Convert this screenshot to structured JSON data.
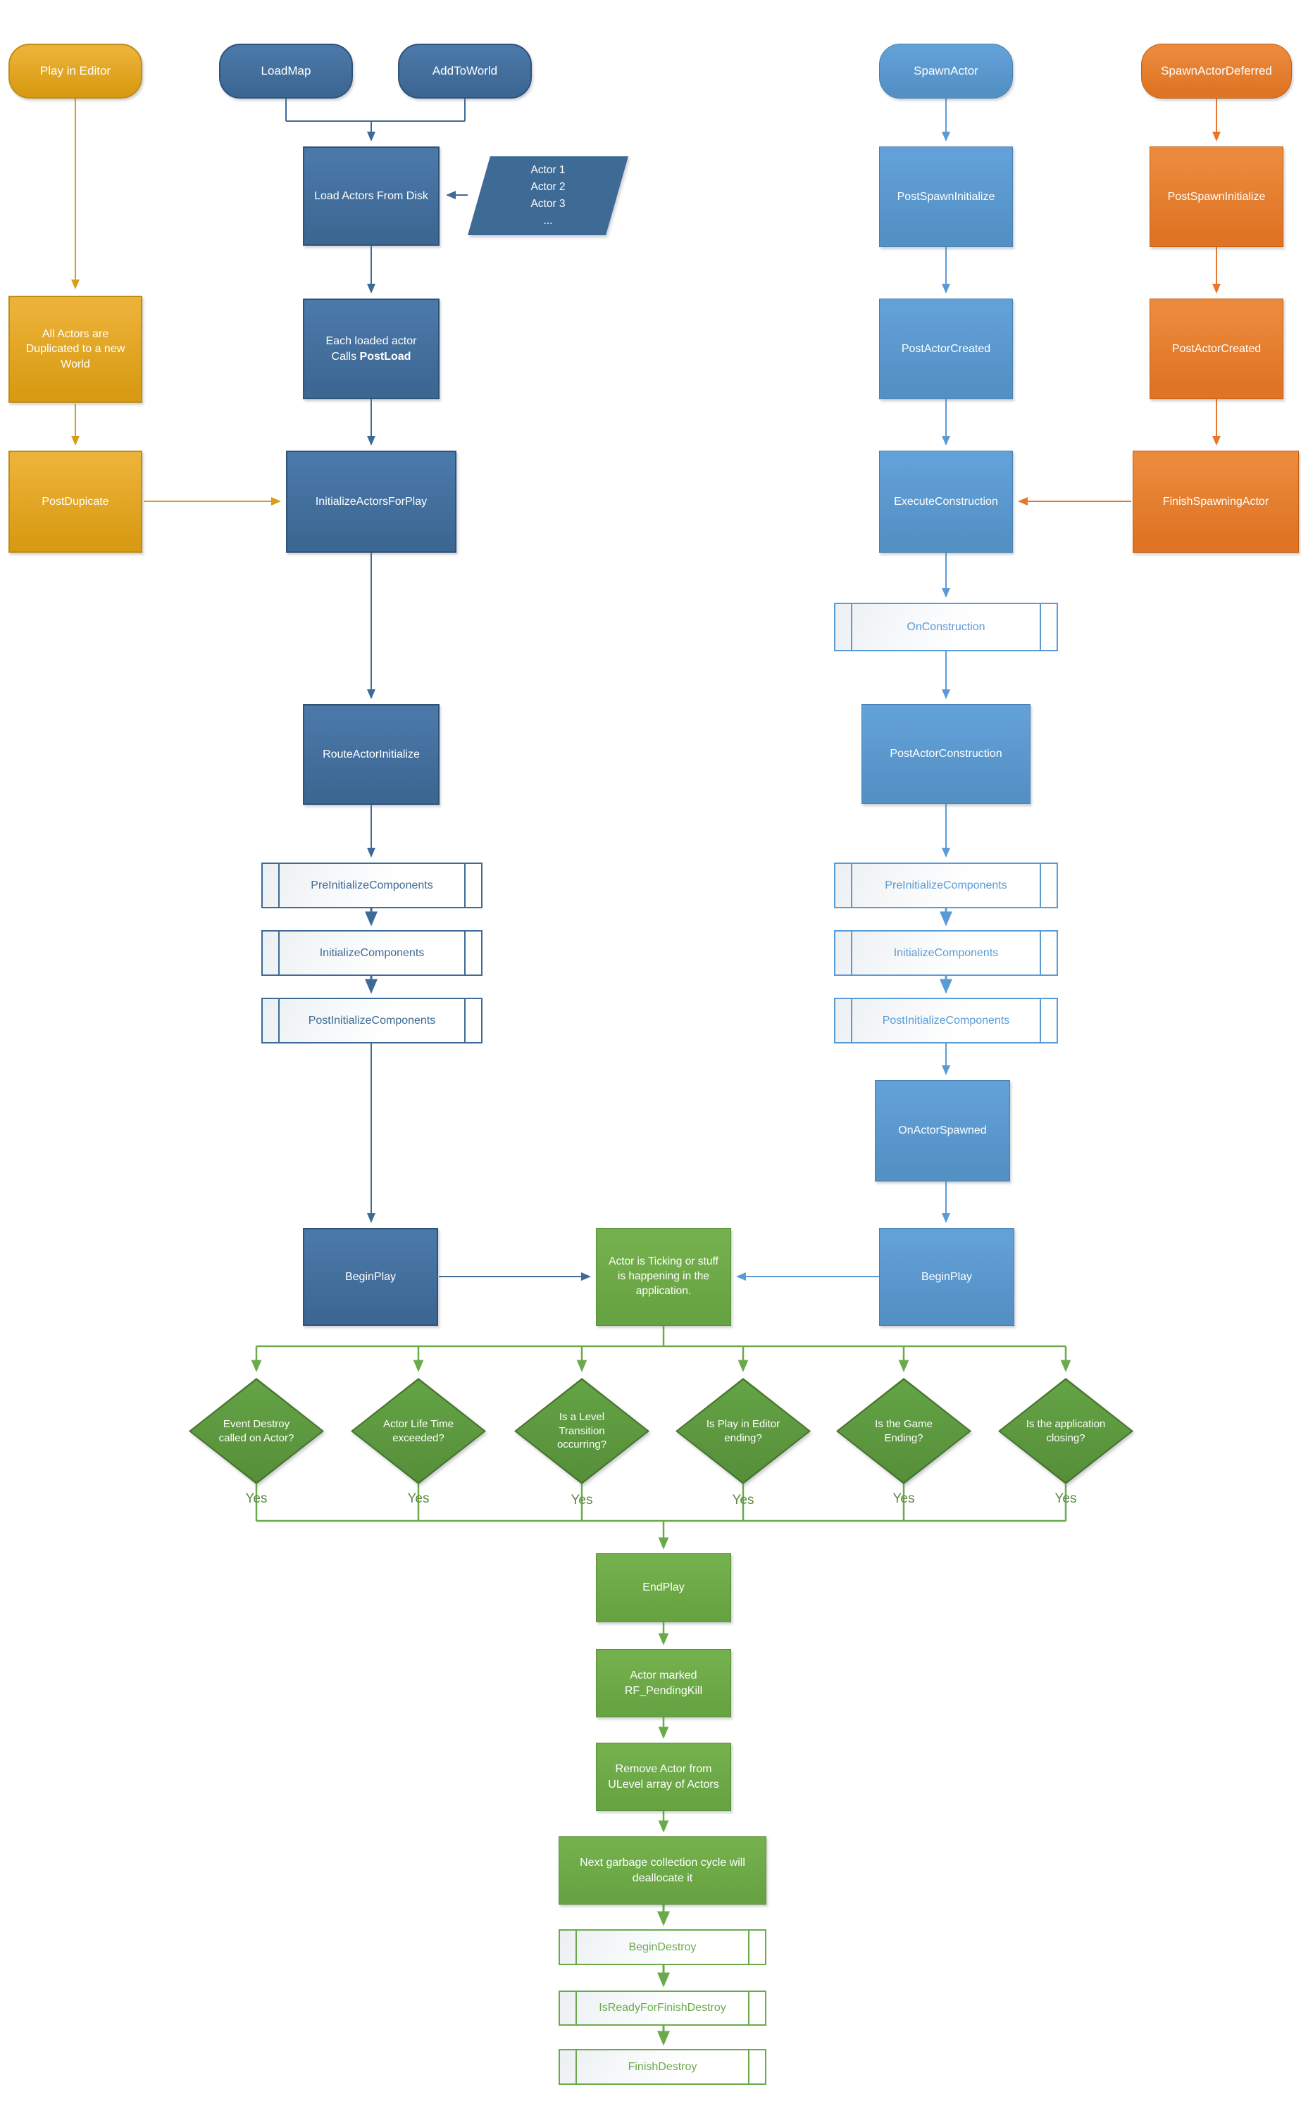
{
  "colors": {
    "gold": "#D99C15",
    "dark_blue": "#3E6A96",
    "light_blue": "#5B9BD5",
    "orange": "#E8772E",
    "green": "#6AAA4B",
    "diamond_green": "#5E9E41"
  },
  "nodes": {
    "play_in_editor": "Play in Editor",
    "load_map": "LoadMap",
    "add_to_world": "AddToWorld",
    "spawn_actor": "SpawnActor",
    "spawn_actor_deferred": "SpawnActorDeferred",
    "all_actors_duplicated": "All Actors are Duplicated to a new World",
    "post_dupicate": "PostDupicate",
    "load_actors_from_disk": "Load Actors From Disk",
    "actor_list": "Actor 1\nActor 2\nActor 3\n...",
    "each_loaded_actor_line1": "Each loaded actor",
    "each_loaded_actor_line2_prefix": "Calls ",
    "each_loaded_actor_line2_bold": "PostLoad",
    "initialize_actors_for_play": "InitializeActorsForPlay",
    "route_actor_initialize": "RouteActorInitialize",
    "pre_initialize_components_left": "PreInitializeComponents",
    "initialize_components_left": "InitializeComponents",
    "post_initialize_components_left": "PostInitializeComponents",
    "begin_play_left": "BeginPlay",
    "post_spawn_initialize_blue": "PostSpawnInitialize",
    "post_actor_created_blue": "PostActorCreated",
    "execute_construction": "ExecuteConstruction",
    "on_construction": "OnConstruction",
    "post_actor_construction": "PostActorConstruction",
    "pre_initialize_components_right": "PreInitializeComponents",
    "initialize_components_right": "InitializeComponents",
    "post_initialize_components_right": "PostInitializeComponents",
    "on_actor_spawned": "OnActorSpawned",
    "begin_play_right": "BeginPlay",
    "post_spawn_initialize_orange": "PostSpawnInitialize",
    "post_actor_created_orange": "PostActorCreated",
    "finish_spawning_actor": "FinishSpawningActor",
    "actor_ticking": "Actor is Ticking or stuff is happening in the application.",
    "end_play": "EndPlay",
    "actor_marked_pending_kill": "Actor marked RF_PendingKill",
    "remove_actor_from_ulevel": "Remove Actor from ULevel array of Actors",
    "next_garbage_collection": "Next garbage collection cycle will deallocate it",
    "begin_destroy": "BeginDestroy",
    "is_ready_for_finish_destroy": "IsReadyForFinishDestroy",
    "finish_destroy": "FinishDestroy"
  },
  "decisions": [
    {
      "label": "Event Destroy called on Actor?",
      "yes_label": "Yes"
    },
    {
      "label": "Actor Life Time exceeded?",
      "yes_label": "Yes"
    },
    {
      "label": "Is a Level Transition occurring?",
      "yes_label": "Yes"
    },
    {
      "label": "Is Play in Editor ending?",
      "yes_label": "Yes"
    },
    {
      "label": "Is the Game Ending?",
      "yes_label": "Yes"
    },
    {
      "label": "Is the application closing?",
      "yes_label": "Yes"
    }
  ]
}
